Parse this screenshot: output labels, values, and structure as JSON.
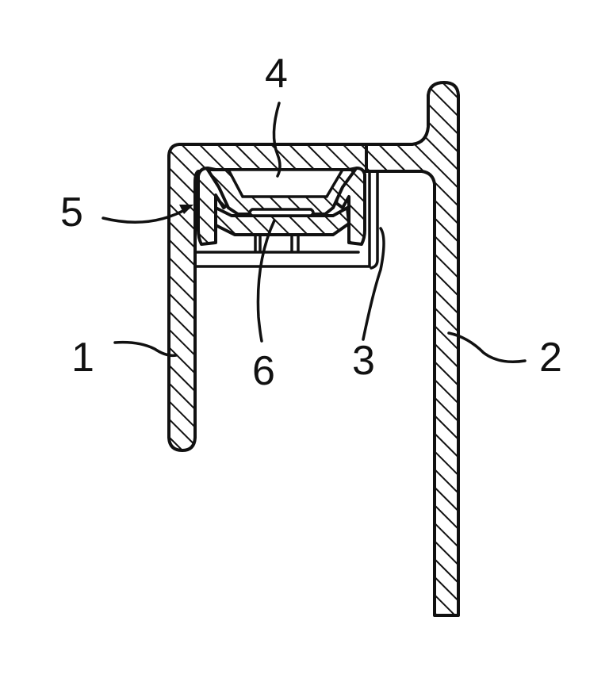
{
  "figure": {
    "labels": {
      "part1": "1",
      "part2": "2",
      "part3": "3",
      "part4": "4",
      "part5": "5",
      "part6": "6"
    },
    "colors": {
      "ink": "#111111",
      "paper": "#ffffff"
    }
  }
}
